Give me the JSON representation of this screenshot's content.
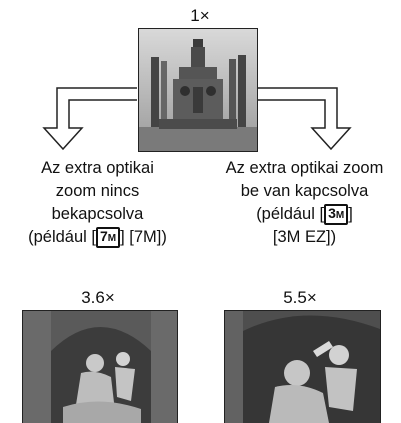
{
  "zoom_top": "1×",
  "zoom_left": "3.6×",
  "zoom_right": "5.5×",
  "left_caption": {
    "line1": "Az extra optikai",
    "line2": "zoom nincs",
    "line3": "bekapcsolva",
    "line4_pre": "(például [",
    "chip_num": "7",
    "chip_letter": "M",
    "line4_post": "] [7M])"
  },
  "right_caption": {
    "line1": "Az extra optikai zoom",
    "line2": "be van kapcsolva",
    "line3_pre": "(például [",
    "chip_num": "3",
    "chip_letter": "M",
    "line3_post": "]",
    "line4": "[3M EZ])"
  }
}
